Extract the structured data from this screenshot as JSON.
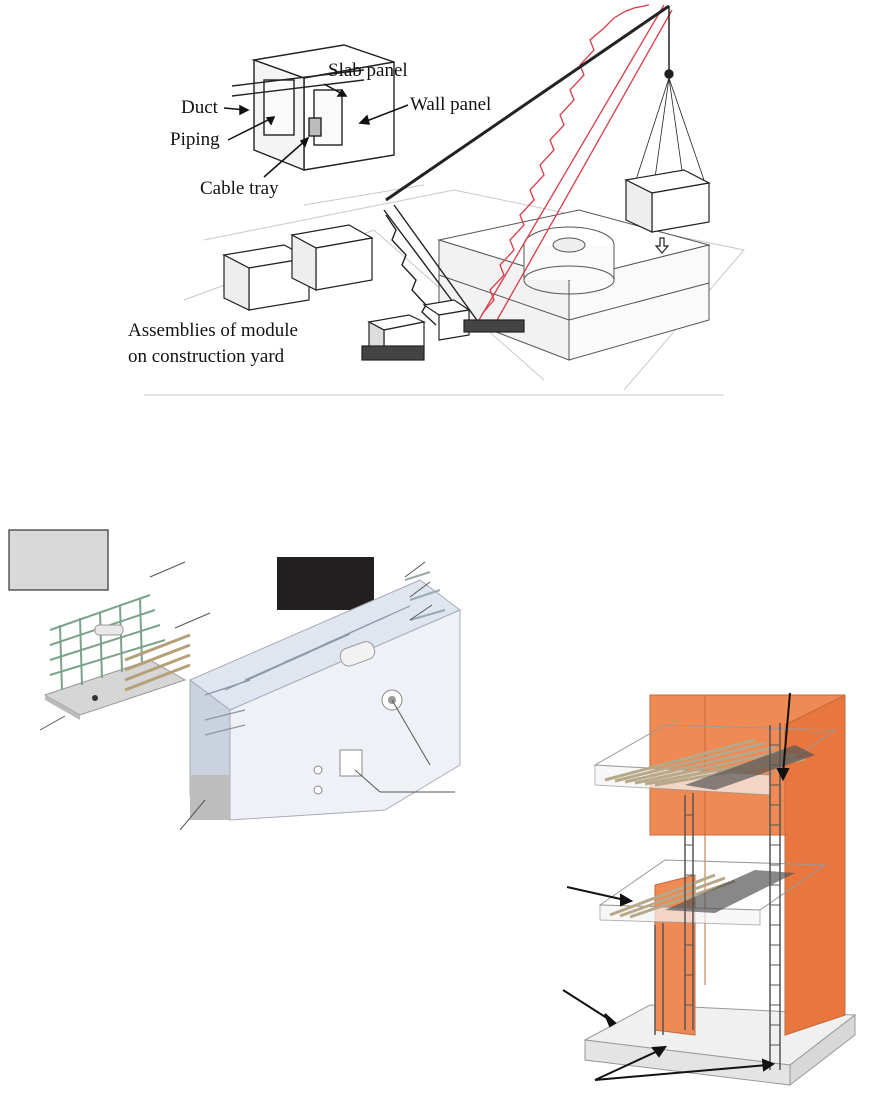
{
  "top_figure": {
    "labels": {
      "slab_panel": "Slab panel",
      "wall_panel": "Wall panel",
      "duct": "Duct",
      "piping": "Piping",
      "cable_tray": "Cable tray",
      "assemblies_line1": "Assemblies of module",
      "assemblies_line2": "on construction yard"
    }
  },
  "colors": {
    "crane_red": "#d93b4a",
    "wall_orange": "#f08a55",
    "slab_tan": "#c9b48c",
    "panel_blue_light": "#e9eef5",
    "gray_box": "#d9d9d9",
    "black_box": "#231f20"
  }
}
